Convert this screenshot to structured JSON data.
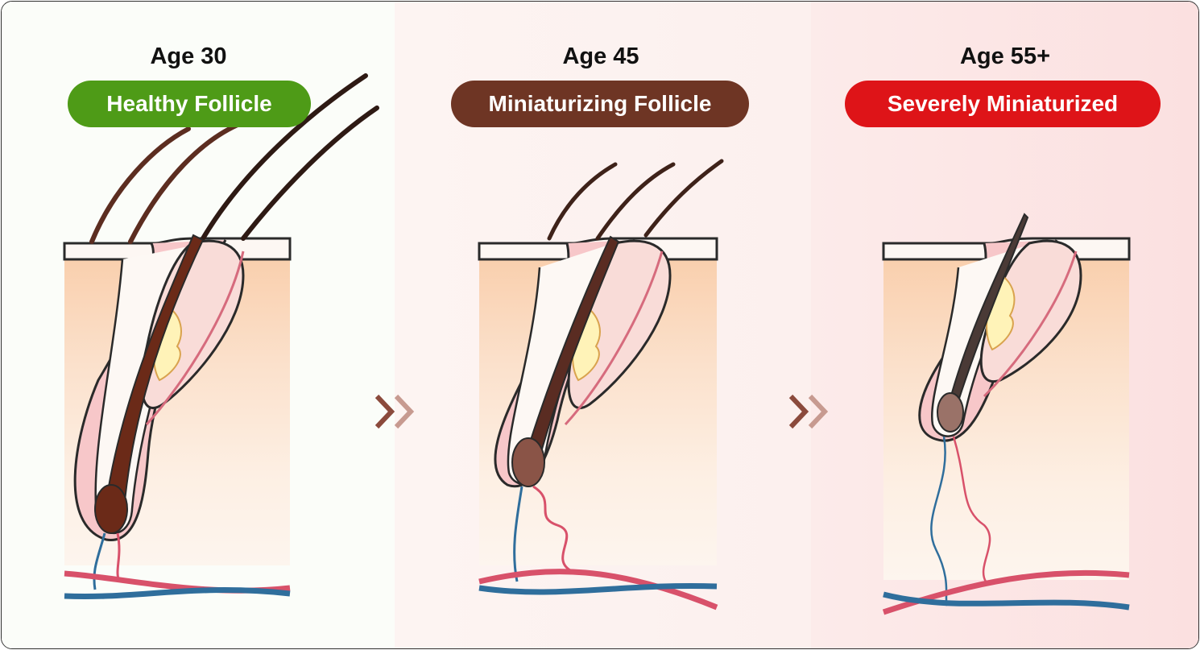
{
  "stages": [
    {
      "age": "Age 30",
      "label": "Healthy Follicle"
    },
    {
      "age": "Age 45",
      "label": "Miniaturizing Follicle"
    },
    {
      "age": "Age 55+",
      "label": "Severely Miniaturized"
    }
  ],
  "colors": {
    "healthy": "#4e9b17",
    "miniaturizing": "#6e3524",
    "severe": "#de1418",
    "artery": "#d8516a",
    "vein": "#2f6e9c",
    "hair_dark": "#3e2219",
    "arrow": "#9a5a4c"
  },
  "icons": [
    "double-chevron-right-icon",
    "double-chevron-right-icon"
  ]
}
